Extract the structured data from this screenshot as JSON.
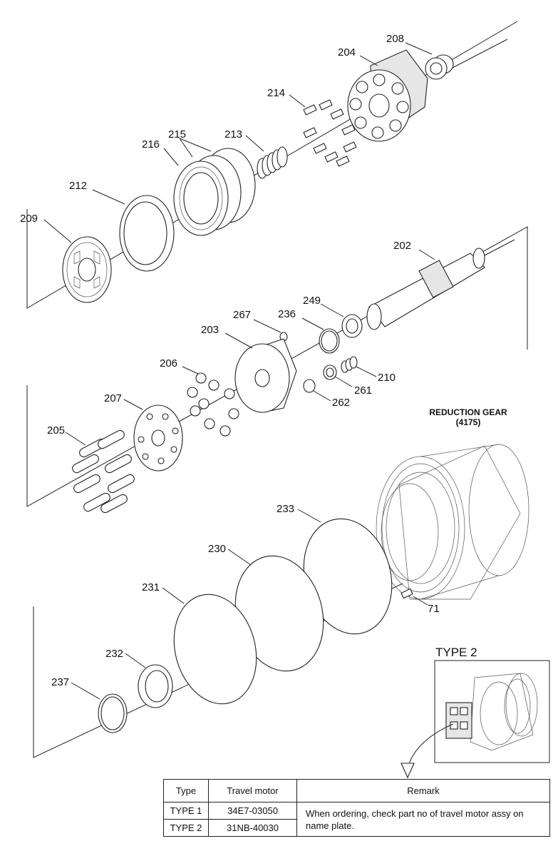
{
  "labels": {
    "p208": "208",
    "p204": "204",
    "p214": "214",
    "p213": "213",
    "p215": "215",
    "p216": "216",
    "p212": "212",
    "p209": "209",
    "p202": "202",
    "p249": "249",
    "p267": "267",
    "p236": "236",
    "p203": "203",
    "p206": "206",
    "p210": "210",
    "p261": "261",
    "p262": "262",
    "p207": "207",
    "p205": "205",
    "p233": "233",
    "p230": "230",
    "p231": "231",
    "p71": "71",
    "p232": "232",
    "p237": "237"
  },
  "reduction_gear": {
    "title": "REDUCTION GEAR",
    "code": "(4175)"
  },
  "type2_callout": {
    "title": "TYPE 2"
  },
  "table": {
    "headers": {
      "type": "Type",
      "motor": "Travel motor",
      "remark": "Remark"
    },
    "rows": [
      {
        "type": "TYPE 1",
        "motor": "34E7-03050"
      },
      {
        "type": "TYPE 2",
        "motor": "31NB-40030"
      }
    ],
    "remark": "When ordering, check part no of travel motor assy on name plate."
  }
}
